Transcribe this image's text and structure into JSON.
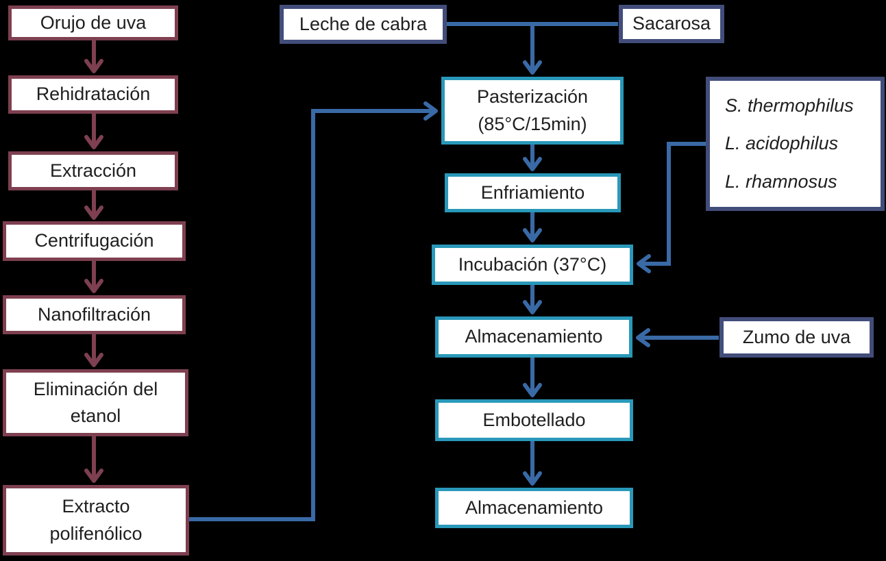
{
  "colors": {
    "background": "#000000",
    "box_fill": "#FFFFFF",
    "maroon_border": "#7E4050",
    "navy_border": "#424D7A",
    "cyan_border": "#2998B9",
    "blue_connector": "#3A6AA6",
    "maroon_connector": "#7E4050",
    "text": "#1F1F1F"
  },
  "nodes": {
    "orujo": {
      "lines": [
        "Orujo de uva"
      ]
    },
    "rehidratacion": {
      "lines": [
        "Rehidratación"
      ]
    },
    "extraccion": {
      "lines": [
        "Extracción"
      ]
    },
    "centrifugacion": {
      "lines": [
        "Centrifugación"
      ]
    },
    "nanofiltracion": {
      "lines": [
        "Nanofiltración"
      ]
    },
    "eliminacion": {
      "lines": [
        "Eliminación del",
        "etanol"
      ]
    },
    "extracto": {
      "lines": [
        "Extracto",
        "polifenólico"
      ]
    },
    "leche": {
      "lines": [
        "Leche de cabra"
      ]
    },
    "sacarosa": {
      "lines": [
        "Sacarosa"
      ]
    },
    "pasterizacion": {
      "lines": [
        "Pasterización",
        "(85°C/15min)"
      ]
    },
    "enfriamiento": {
      "lines": [
        "Enfriamiento"
      ]
    },
    "incubacion": {
      "lines": [
        "Incubación (37°C)"
      ]
    },
    "almacenamiento1": {
      "lines": [
        "Almacenamiento"
      ]
    },
    "embotellado": {
      "lines": [
        "Embotellado"
      ]
    },
    "almacenamiento2": {
      "lines": [
        "Almacenamiento"
      ]
    },
    "cultivos": {
      "lines": [
        "S. thermophilus",
        "L. acidophilus",
        "L. rhamnosus"
      ]
    },
    "zumo": {
      "lines": [
        "Zumo de uva"
      ]
    }
  },
  "edges": [
    {
      "from": "orujo",
      "to": "rehidratacion"
    },
    {
      "from": "rehidratacion",
      "to": "extraccion"
    },
    {
      "from": "extraccion",
      "to": "centrifugacion"
    },
    {
      "from": "centrifugacion",
      "to": "nanofiltracion"
    },
    {
      "from": "nanofiltracion",
      "to": "eliminacion"
    },
    {
      "from": "eliminacion",
      "to": "extracto"
    },
    {
      "from": "extracto",
      "to": "pasterizacion"
    },
    {
      "from": "leche",
      "to": "pasterizacion"
    },
    {
      "from": "sacarosa",
      "to": "pasterizacion"
    },
    {
      "from": "pasterizacion",
      "to": "enfriamiento"
    },
    {
      "from": "enfriamiento",
      "to": "incubacion"
    },
    {
      "from": "cultivos",
      "to": "incubacion"
    },
    {
      "from": "incubacion",
      "to": "almacenamiento1"
    },
    {
      "from": "zumo",
      "to": "almacenamiento1"
    },
    {
      "from": "almacenamiento1",
      "to": "embotellado"
    },
    {
      "from": "embotellado",
      "to": "almacenamiento2"
    }
  ]
}
